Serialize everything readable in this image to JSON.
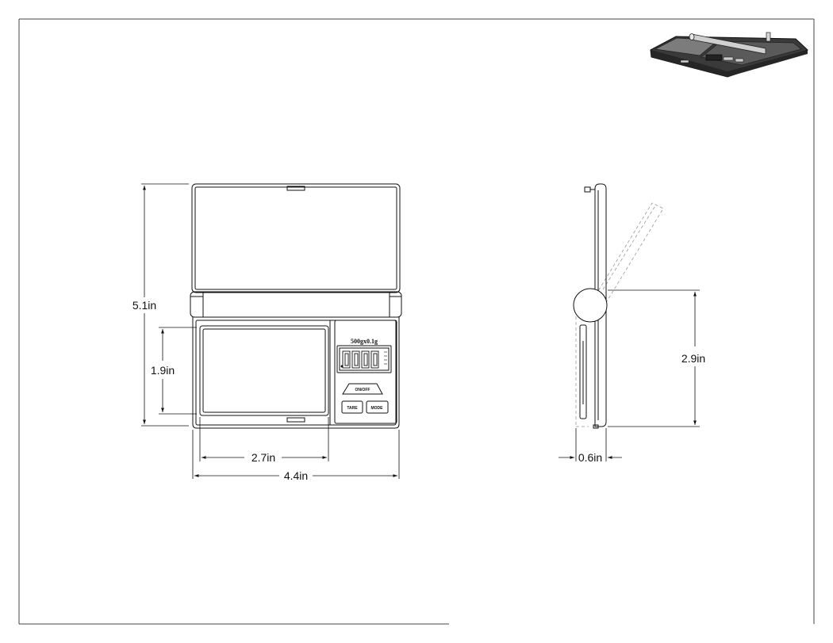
{
  "drawing": {
    "dimensions": {
      "overall_height": "5.1in",
      "pan_height": "1.9in",
      "pan_width": "2.7in",
      "overall_width": "4.4in",
      "hinge_height": "2.9in",
      "thickness": "0.6in"
    },
    "device": {
      "capacity_label": "500gx0.1g",
      "buttons": {
        "power": "ON/OFF",
        "tare": "TARE",
        "mode": "MODE"
      }
    }
  }
}
